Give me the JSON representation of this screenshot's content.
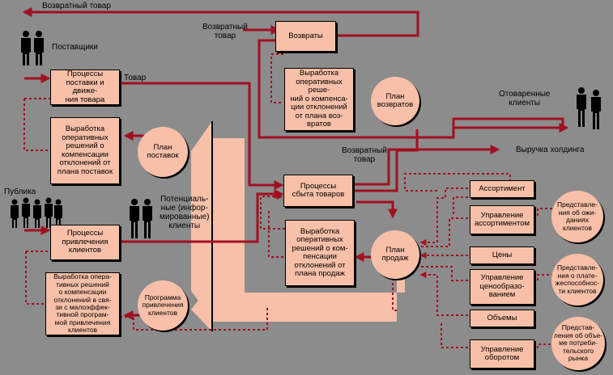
{
  "colors": {
    "background": "#8c8c8c",
    "box_fill": "#f8c0a8",
    "arrow": "#a01020",
    "line": "#000000"
  },
  "labels": {
    "return_goods_top": "Возвратный товар",
    "return_goods_left": "Возвратный\nтовар",
    "return_goods_mid": "Возвратный\nтовар",
    "suppliers": "Поставщики",
    "goods": "Товар",
    "public": "Публика",
    "potential_clients": "Потенциаль-\nные (инфор-\nмированные)\nклиенты",
    "served_clients": "Отоваренные\nклиенты",
    "holding_revenue": "Выручка холдинга"
  },
  "boxes": {
    "returns": "Возвраты",
    "returns_compensation": "Выработка\nоперативных решe-\nний о компенса-\nции отклонений\nот плана воз-\nвратов",
    "supply_processes": "Процессы\nпоставки и движе-\nния товара",
    "supply_compensation": "Выработка\nоперативных\nрешений о\nкомпенсации\nотклонений от\nплана поставок",
    "sales_processes": "Процессы\nсбыта товаров",
    "sales_compensation": "Выработка\nоперативных\nрешений о ком-\nпенсации\nотклонений от\nплана продаж",
    "acquisition_processes": "Процессы\nпривлечения\nклиентов",
    "acquisition_compensation": "Выработка опера-\nтивных решений\nо компенсации\nотклонений в свя-\nзи с малоэффек-\nтивной програм-\nмой привлечения\nклиентов",
    "assortment": "Ассортимент",
    "assortment_mgmt": "Управление\nассортиментом",
    "prices": "Цены",
    "pricing_mgmt": "Управление\nценообразо-\nванием",
    "volumes": "Объемы",
    "turnover_mgmt": "Управление\nоборотом"
  },
  "circles": {
    "returns_plan": "План\nвозвратов",
    "supply_plan": "План\nпоставок",
    "sales_plan": "План\nпродаж",
    "acquisition_program": "Программа\nпривлечения\nклиентов",
    "expected_clients": "Представле-\nния об ожи-\nданиях\nклиентов",
    "solvency": "Представле-\nния о плате-\nжеспособнос-\nти клиентов",
    "demand_volume": "Представ-\nления об объе-\nме потреби-\nтельского\nрынка"
  },
  "icons": [
    "people-silhouette-icon",
    "people-silhouette-icon",
    "people-silhouette-icon",
    "people-silhouette-icon"
  ]
}
